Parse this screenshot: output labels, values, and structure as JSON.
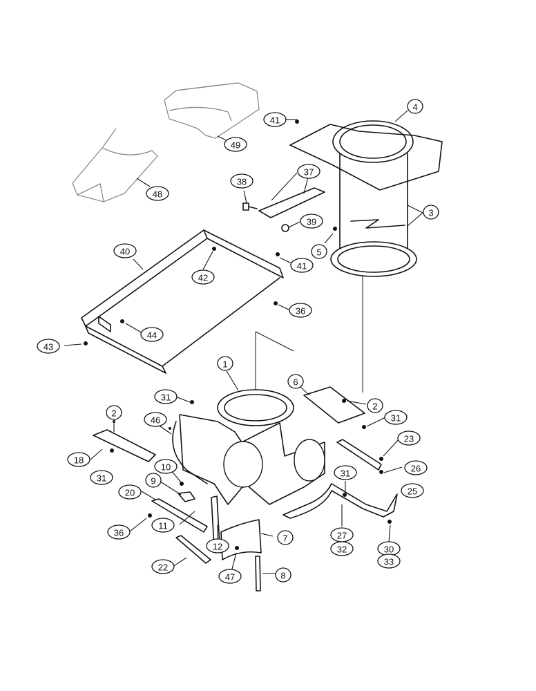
{
  "diagram": {
    "callouts": [
      {
        "id": "c4",
        "label": "4"
      },
      {
        "id": "c41a",
        "label": "41"
      },
      {
        "id": "c49",
        "label": "49"
      },
      {
        "id": "c48",
        "label": "48"
      },
      {
        "id": "c37",
        "label": "37"
      },
      {
        "id": "c38",
        "label": "38"
      },
      {
        "id": "c39",
        "label": "39"
      },
      {
        "id": "c3",
        "label": "3"
      },
      {
        "id": "c5",
        "label": "5"
      },
      {
        "id": "c40",
        "label": "40"
      },
      {
        "id": "c41b",
        "label": "41"
      },
      {
        "id": "c42",
        "label": "42"
      },
      {
        "id": "c36a",
        "label": "36"
      },
      {
        "id": "c44",
        "label": "44"
      },
      {
        "id": "c43",
        "label": "43"
      },
      {
        "id": "c1",
        "label": "1"
      },
      {
        "id": "c6",
        "label": "6"
      },
      {
        "id": "c2a",
        "label": "2"
      },
      {
        "id": "c31a",
        "label": "31"
      },
      {
        "id": "c31b",
        "label": "31"
      },
      {
        "id": "c2b",
        "label": "2"
      },
      {
        "id": "c46",
        "label": "46"
      },
      {
        "id": "c23",
        "label": "23"
      },
      {
        "id": "c26",
        "label": "26"
      },
      {
        "id": "c25",
        "label": "25"
      },
      {
        "id": "c18",
        "label": "18"
      },
      {
        "id": "c31c",
        "label": "31"
      },
      {
        "id": "c10",
        "label": "10"
      },
      {
        "id": "c9",
        "label": "9"
      },
      {
        "id": "c31d",
        "label": "31"
      },
      {
        "id": "c20",
        "label": "20"
      },
      {
        "id": "c11",
        "label": "11"
      },
      {
        "id": "c36b",
        "label": "36"
      },
      {
        "id": "c12",
        "label": "12"
      },
      {
        "id": "c7",
        "label": "7"
      },
      {
        "id": "c27",
        "label": "27"
      },
      {
        "id": "c32",
        "label": "32"
      },
      {
        "id": "c30",
        "label": "30"
      },
      {
        "id": "c33",
        "label": "33"
      },
      {
        "id": "c22",
        "label": "22"
      },
      {
        "id": "c47",
        "label": "47"
      },
      {
        "id": "c8",
        "label": "8"
      }
    ]
  }
}
